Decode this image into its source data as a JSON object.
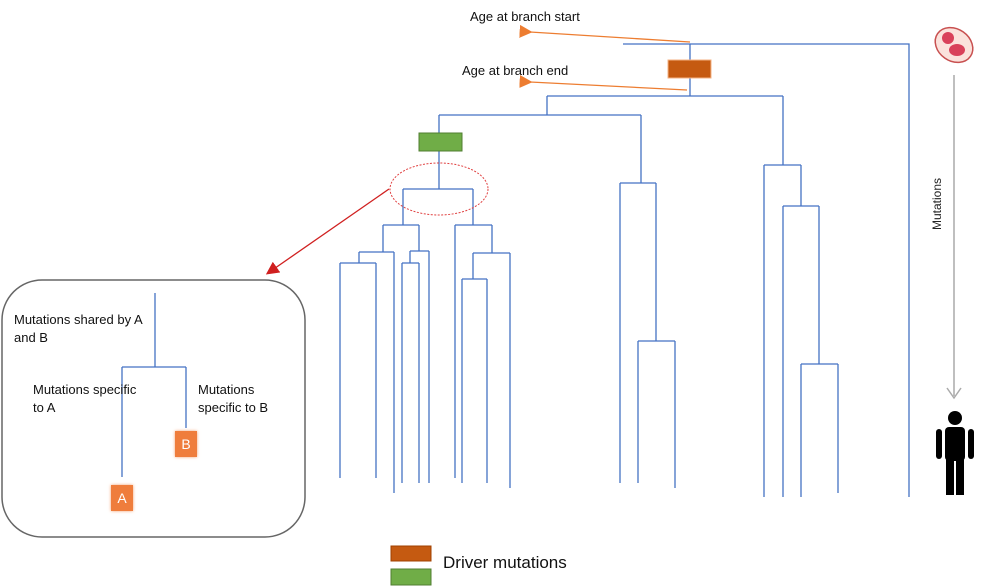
{
  "annotations": {
    "branch_start": "Age at branch start",
    "branch_end": "Age at branch end",
    "axis_label": "Mutations"
  },
  "inset": {
    "shared": "Mutations shared by A and B",
    "specific_a": "Mutations specific to A",
    "specific_b": "Mutations specific to B",
    "leaf_a": "A",
    "leaf_b": "B"
  },
  "legend": {
    "label": "Driver mutations",
    "colors": {
      "driver_1": "#c55a11",
      "driver_2": "#70ad47"
    }
  },
  "colors": {
    "tree": "#4472c4",
    "arrow": "#ed7d31",
    "highlight": "#e04040"
  }
}
